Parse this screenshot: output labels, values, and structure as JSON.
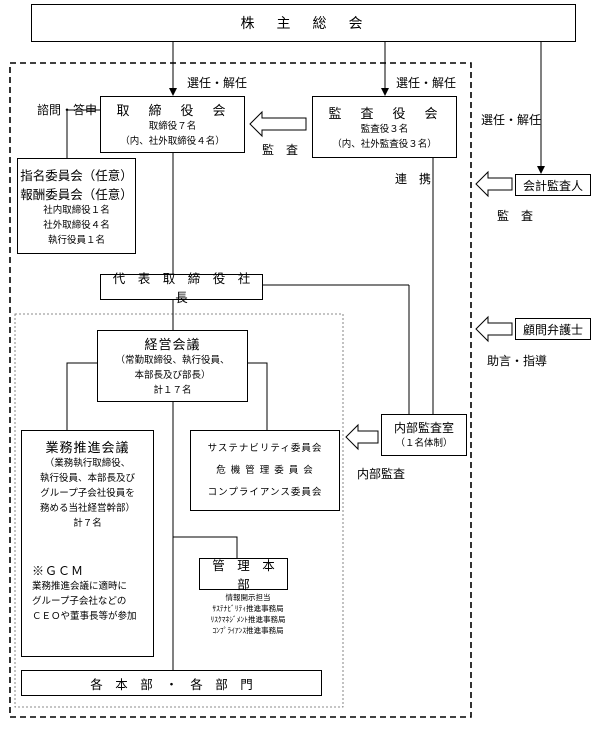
{
  "shareholders": "株　主　総　会",
  "edge_labels": {
    "elect_dismiss_board": "選任・解任",
    "elect_dismiss_audit": "選任・解任",
    "elect_dismiss_accountant": "選任・解任",
    "consult_report": "諮問・答申",
    "audit_arrow": "監　査",
    "audit_accountant": "監　査",
    "cooperation": "連　携",
    "advice": "助言・指導",
    "internal_audit": "内部監査"
  },
  "board": {
    "title": "取　締　役　会",
    "count": "取締役７名",
    "detail": "（内、社外取締役４名）"
  },
  "audit_board": {
    "title": "監　査　役　会",
    "count": "監査役３名",
    "detail": "（内、社外監査役３名）"
  },
  "committees": {
    "line1": "指名委員会（任意）",
    "line2": "報酬委員会（任意）",
    "members": [
      "社内取締役１名",
      "社外取締役４名",
      "執行役員１名"
    ]
  },
  "accounting_auditor": "会計監査人",
  "legal_counsel": "顧問弁護士",
  "president": "代　表　取　締　役　社　長",
  "management_meeting": {
    "title": "経営会議",
    "members": [
      "（常勤取締役、執行役員、",
      "本部長及び部長）",
      "計１７名"
    ]
  },
  "internal_audit_office": {
    "title": "内部監査室",
    "detail": "（１名体制）"
  },
  "business_promotion": {
    "title": "業務推進会議",
    "members": [
      "（業務執行取締役、",
      "執行役員、本部長及び",
      "グループ子会社役員を",
      "務める当社経営幹部）",
      "計７名"
    ],
    "gcm_title": "※ＧＣＭ",
    "gcm_lines": [
      "業務推進会議に適時に",
      "グループ子会社などの",
      "ＣＥＯや董事長等が参加"
    ]
  },
  "committees_group": [
    "サステナビリティ委員会",
    "危 機 管 理 委 員 会",
    "コンプライアンス委員会"
  ],
  "admin_hq": {
    "title": "管　理　本　部",
    "items": [
      "情報開示担当",
      "ｻｽﾃﾅﾋﾞﾘﾃｨ推進事務局",
      "ﾘｽｸﾏﾈｼﾞﾒﾝﾄ推進事務局",
      "ｺﾝﾌﾟﾗｲｱﾝｽ推進事務局"
    ]
  },
  "divisions": "各　本　部　・　各　部　門"
}
